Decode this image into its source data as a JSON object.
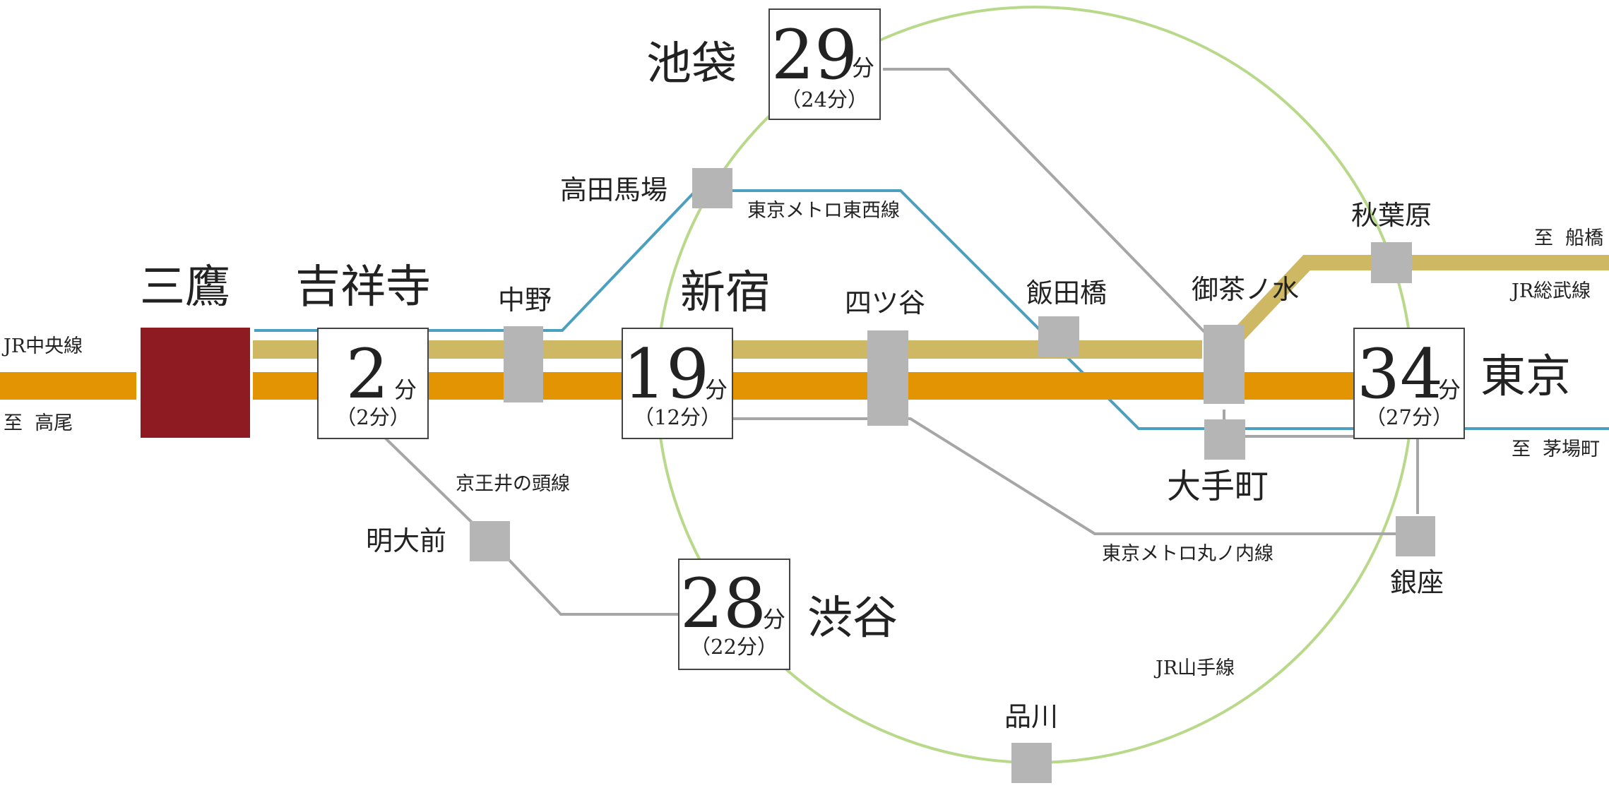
{
  "colors": {
    "chuo_dark": "#e39402",
    "chuo_light": "#cfb864",
    "yamanote": "#b9d98a",
    "tozai": "#4b9fbf",
    "other_line": "#a6a6a6",
    "station_box": "#b5b5b5",
    "origin_box": "#8e1a22",
    "origin_text": "#8e1a22"
  },
  "origin": {
    "name": "三鷹"
  },
  "stations": {
    "kichijoji": {
      "name": "吉祥寺",
      "time": "2",
      "unit": "分",
      "alt": "（2分）"
    },
    "shinjuku": {
      "name": "新宿",
      "time": "19",
      "unit": "分",
      "alt": "（12分）"
    },
    "ikebukuro": {
      "name": "池袋",
      "time": "29",
      "unit": "分",
      "alt": "（24分）"
    },
    "shibuya": {
      "name": "渋谷",
      "time": "28",
      "unit": "分",
      "alt": "（22分）"
    },
    "tokyo": {
      "name": "東京",
      "time": "34",
      "unit": "分",
      "alt": "（27分）"
    },
    "nakano": {
      "name": "中野"
    },
    "takadanobaba": {
      "name": "高田馬場"
    },
    "yotsuya": {
      "name": "四ツ谷"
    },
    "iidabashi": {
      "name": "飯田橋"
    },
    "ochanomizu": {
      "name": "御茶ノ水"
    },
    "akihabara": {
      "name": "秋葉原"
    },
    "otemachi": {
      "name": "大手町"
    },
    "ginza": {
      "name": "銀座"
    },
    "meidaimae": {
      "name": "明大前"
    },
    "shinagawa": {
      "name": "品川"
    }
  },
  "lines": {
    "chuo": "JR中央線",
    "tozai": "東京メトロ東西線",
    "keio": "京王井の頭線",
    "marunouchi": "東京メトロ丸ノ内線",
    "yamanote": "JR山手線",
    "sobu": "JR総武線"
  },
  "directions": {
    "takao": "至  高尾",
    "funabashi": "至  船橋",
    "kayabacho": "至  茅場町"
  }
}
